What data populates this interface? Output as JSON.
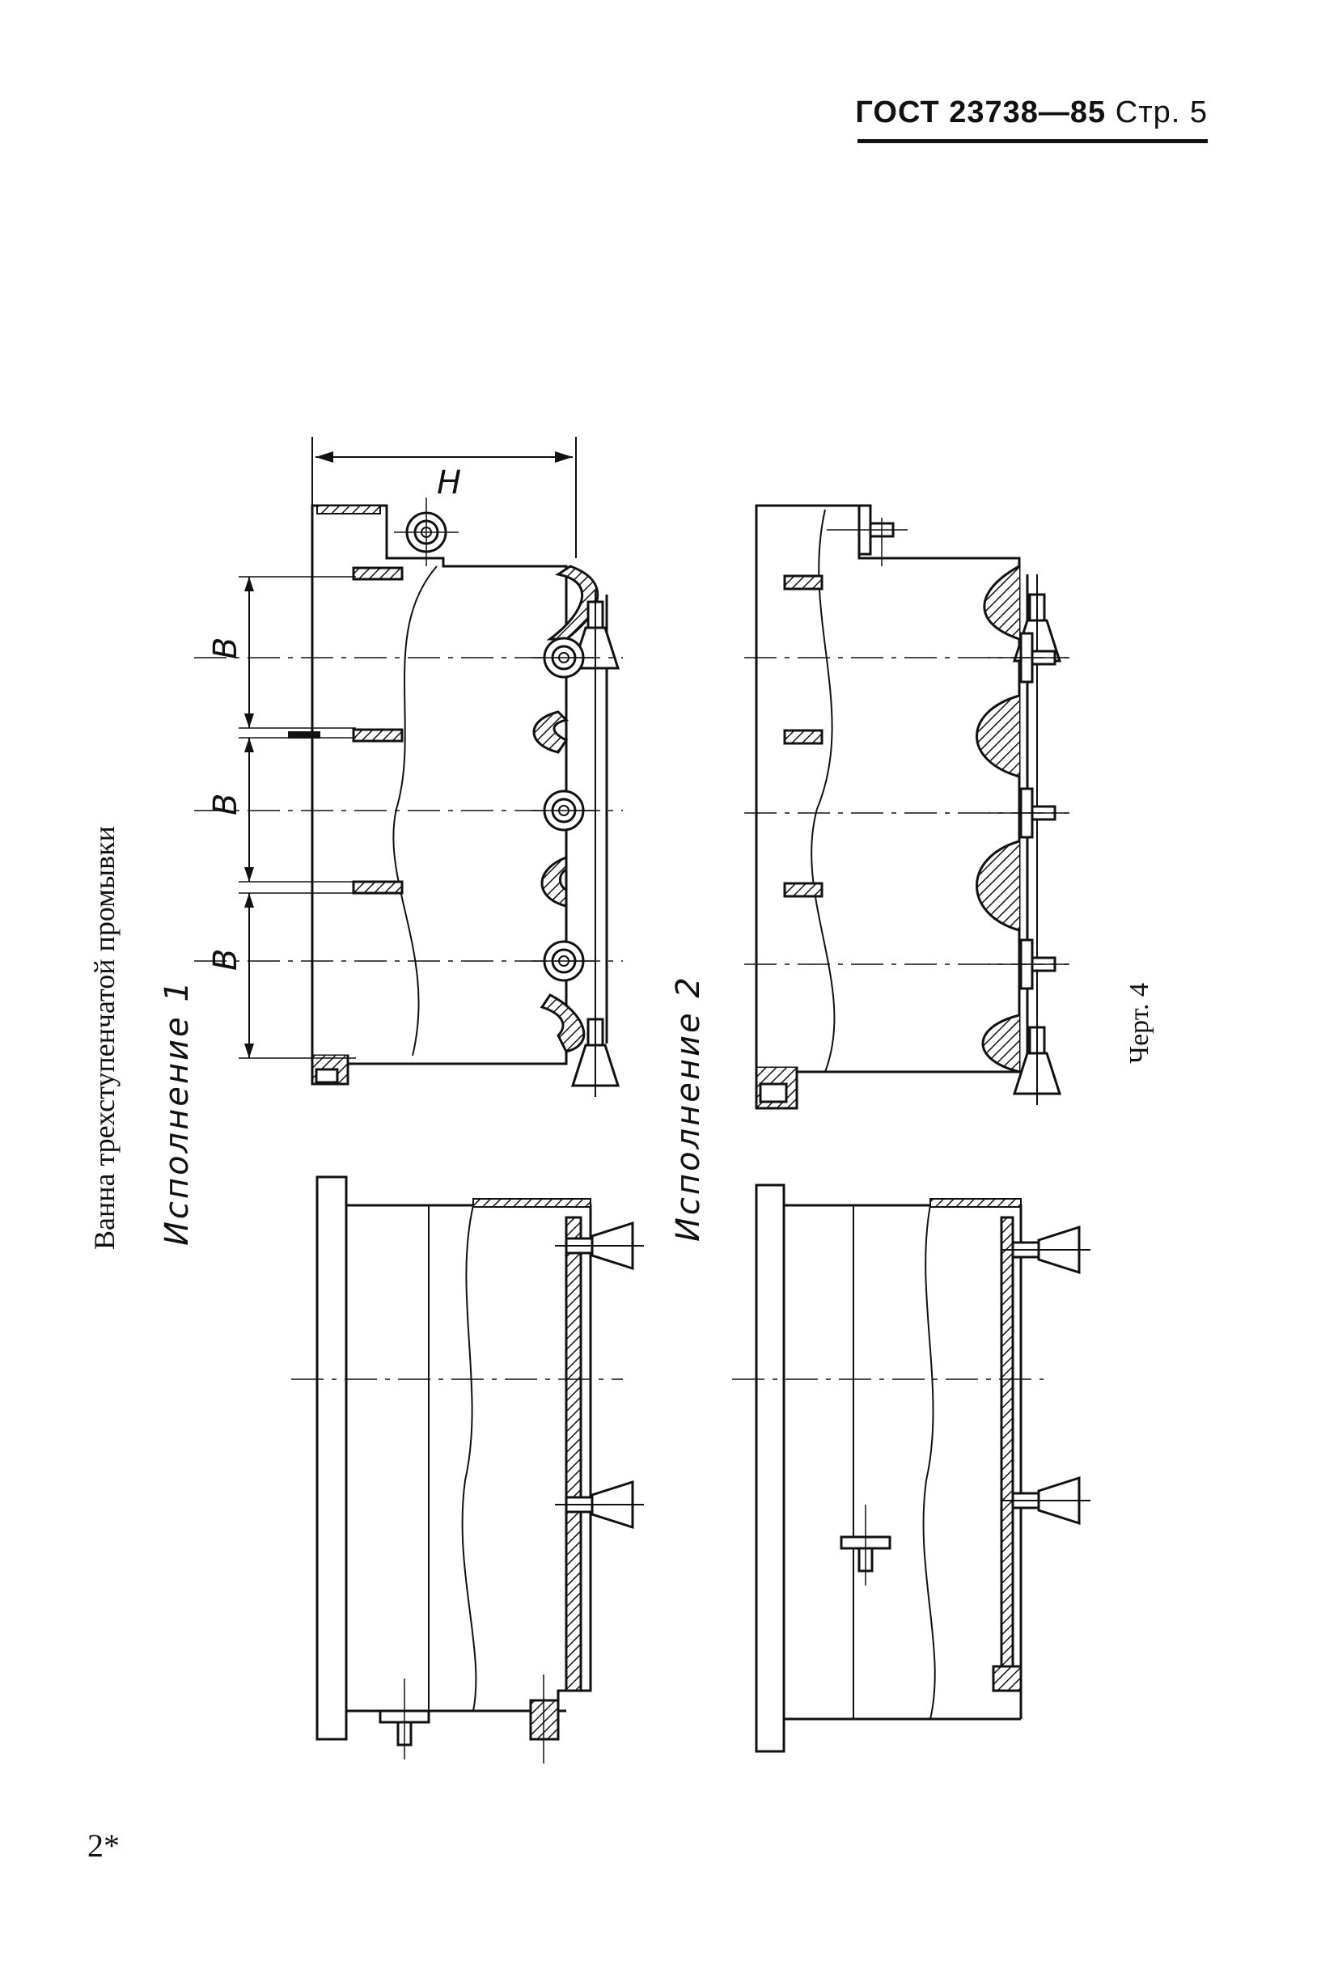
{
  "header": {
    "code": "ГОСТ 23738—85",
    "page": "Стр. 5"
  },
  "caption": {
    "title": "Ванна трехступенчатой промывки",
    "variant1": "Исполнение 1",
    "variant2": "Исполнение 2",
    "figure": "Черт. 4"
  },
  "dimensions": {
    "h": "H",
    "b1": "B",
    "b2": "B",
    "b3": "B"
  },
  "footer": {
    "page_mark": "2*"
  }
}
